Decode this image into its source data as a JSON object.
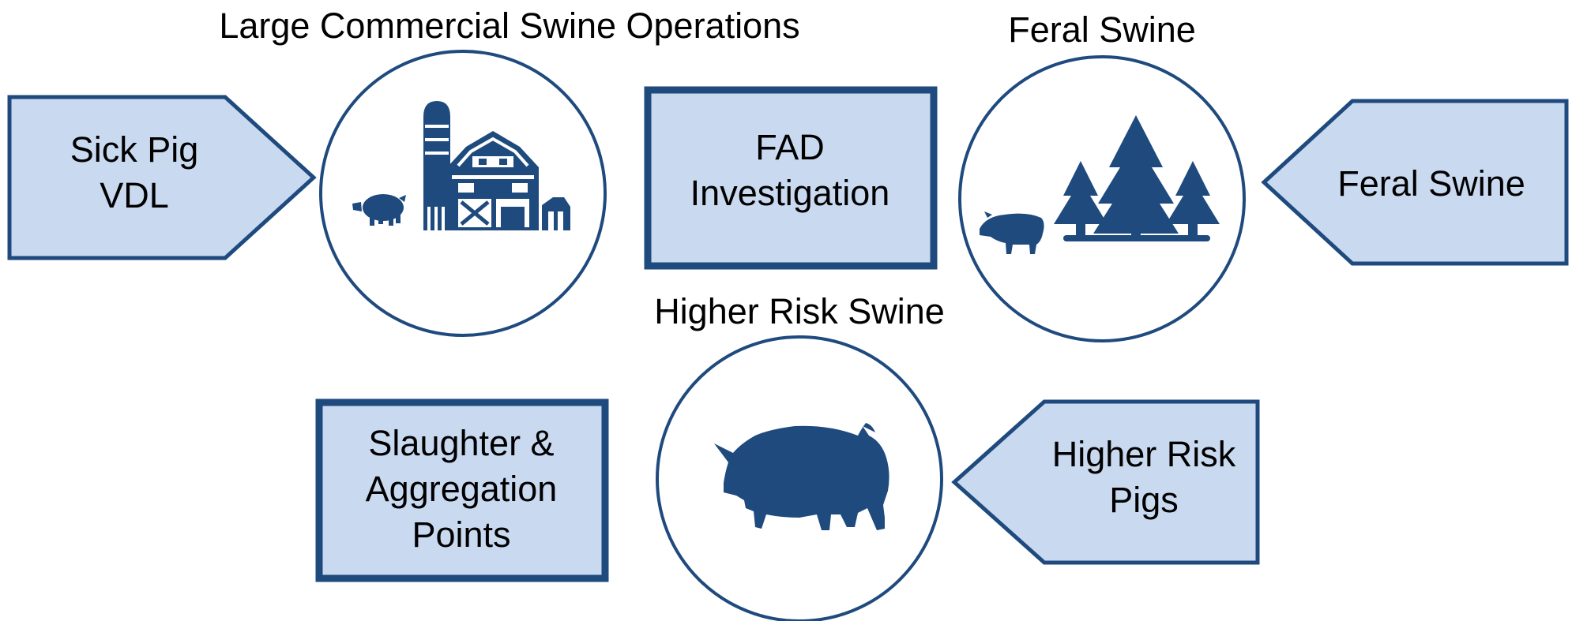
{
  "colors": {
    "fill": "#c9d9f0",
    "stroke": "#1f4a7e",
    "icon": "#1f4a7e",
    "text": "#000000"
  },
  "circles": {
    "commercial": {
      "title": "Large Commercial Swine Operations",
      "icon": "farm-barn-silo-icon"
    },
    "feral": {
      "title": "Feral Swine",
      "icon": "boar-trees-icon"
    },
    "higher_risk": {
      "title": "Higher Risk Swine",
      "icon": "pig-icon"
    }
  },
  "boxes": {
    "sick_pig": {
      "line1": "Sick Pig",
      "line2": "VDL"
    },
    "fad": {
      "line1": "FAD",
      "line2": "Investigation"
    },
    "feral": {
      "line1": "Feral Swine"
    },
    "slaughter": {
      "line1": "Slaughter &",
      "line2": "Aggregation",
      "line3": "Points"
    },
    "higher_risk_pigs": {
      "line1": "Higher Risk",
      "line2": "Pigs"
    }
  }
}
